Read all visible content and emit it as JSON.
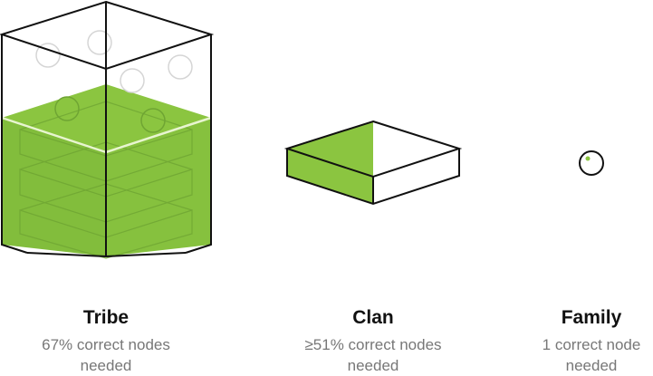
{
  "colors": {
    "green": "#8bc540",
    "stroke": "#111111",
    "text_gray": "#777777"
  },
  "groups": [
    {
      "title": "Tribe",
      "line1": "67% correct nodes",
      "line2": "needed",
      "fill_fraction": 0.67
    },
    {
      "title": "Clan",
      "line1": "≥51% correct nodes",
      "line2": "needed",
      "fill_fraction": 0.51
    },
    {
      "title": "Family",
      "line1": "1 correct node",
      "line2": "needed"
    }
  ]
}
